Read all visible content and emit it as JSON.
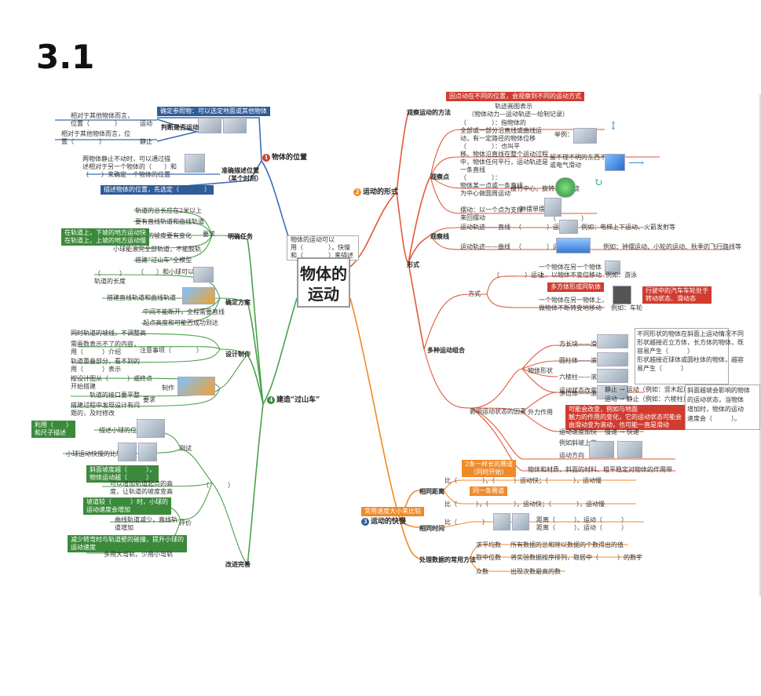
{
  "page_title": "3.1",
  "center": {
    "line1": "物体的",
    "line2": "运动"
  },
  "center_note": [
    "物体的运动可以",
    "用（　　　　），快慢",
    "和（　　　　）来描述"
  ],
  "topics": {
    "t1": {
      "num": "1",
      "label": "物体的位置"
    },
    "t2": {
      "num": "2",
      "label": "运动的形式"
    },
    "t3": {
      "num": "3",
      "label": "运动的快慢"
    },
    "t4": {
      "num": "4",
      "label": "建造“过山车”"
    }
  },
  "colors": {
    "blue": "#2f5b96",
    "orange": "#ef8a2a",
    "green": "#3b8a3b",
    "red": "#d03c2f"
  },
  "pos": {
    "ref_box": "确定参照物：可以选定地面或其他物体",
    "judge": "判断是否运动",
    "rel1": "相对于其他物体而言，",
    "rel1b": "位置（　　　　）",
    "rel1c": "运动",
    "rel2": "相对于其他物体而言，位",
    "rel2b": "置（　　　　）",
    "rel2c": "静止",
    "desc1": "两物体静止不动时，可以通过描",
    "desc2": "述相对于另一个物体的（　　）和",
    "desc3": "（　　）来确定一个物体的位置",
    "accurate": "准确描述位置",
    "accurate2": "（某个时刻）",
    "bottom_box": "描述物体的位置，先选定（　　　　）"
  },
  "form": {
    "top_box": "因点动在不同的位置，会观察到不同的运动方式",
    "observe": "观察运动的方法",
    "observe_a": "轨迹画图表示",
    "observe_b": "（物体动力—运动轨迹—绘制记录）",
    "xs": "形式",
    "gzd": "观察点",
    "gzx": "观察线",
    "p1a": "（　　　　）：指物体的",
    "p1b": "全部或一部分沿直线或曲线运",
    "p1c": "动，有一定路径的物体位移",
    "p1d": "举例：滑轮",
    "p2a": "（　　　　）：也叫平",
    "p2b": "移。物体沿直线在整个运动过程",
    "p2c": "中，物体任何平行，运动轨迹是",
    "p2d": "一条直线",
    "p2e": "留不理不明的东西不平内移",
    "p2f": "或电气滑动",
    "p3a": "（　　　　）：",
    "p3b": "物体某一点或一条直线",
    "p3c": "为中心做圆周运动",
    "p3d": "拔竹中心，旋转着木回旋",
    "p4a": "摆动：以一个点为支撑",
    "p4b": "来回摆动",
    "p4c": "钟摆单摆",
    "p4d": "（　　　　）",
    "l1": "运动轨迹——直线",
    "l1b": "（　　　　）运动",
    "l1c": "例如：电梯上下运动、火箭发射等",
    "l2": "运动轨迹——曲线",
    "l2b": "（　　　　）运动",
    "l2c": "例如：钟摆运动、小轮的运动、秋季的飞行路线等",
    "zhfs": "方式",
    "mode_a": "一个物体在另一个物体",
    "mode_b": "上，以物体不变位移动",
    "mode_c": "例如：游泳",
    "mode_red": "多方体形成同轨体",
    "mode_d": "一个物体在另一物体上，",
    "mode_e": "做物体不断转变地移动",
    "mode_f": "例如：车轮",
    "mode_red2a": "行驶中的汽车车轮处于",
    "mode_red2b": "转动状态、滑动态",
    "complex": "多种运动组合",
    "shape1": "方长块——滑动",
    "shape2": "圆柱体——滚动",
    "shape3": "六棱柱——滚动",
    "shape4": "多边体——滚动",
    "shapes": "物体形状",
    "shape_note1": "不同形状的物体在斜面上运动情况不同",
    "shape_note2": "形状越接近立方体，长方体的物体，既",
    "shape_note3": "容易产生（　　　）",
    "shape_note4": "形状越接近球体或圆柱体的物体，越容",
    "shape_note5": "易产生（　　　）",
    "change": "影响运动状态的因素",
    "force": "外力作用",
    "state": "运动状态改变",
    "s1": "静止 → 运动（例如：竖木起）",
    "s2": "运动 → 静止（例如：六棱柱）",
    "red3a": "可能会改变，例如与地面",
    "red3b": "触力的作用的变化，它的运动状态可能会",
    "red3c": "由滑动变为滚动，也可能一直是滑动",
    "spd": "运动速度加快",
    "spd2": "慢速 → 快速",
    "rot": "运动方向",
    "cases": "例如斜坡上的",
    "m": "物体和材质、斜面的材料、粗平稳定对物体的作用带",
    "slope1": "斜面越坡会影响的物体",
    "slope2": "的运动状态，当物体",
    "slope3": "增加时，物体的运动",
    "slope4": "速度会（　　　）。"
  },
  "speed": {
    "orange_box": "常用速度大小来比较",
    "same": "相同距离",
    "box1a": "2条一样长的赛道",
    "box1b": "（同时开始）",
    "same1": "比（　　　　），（　　　）运动快；（　　　　），运动慢",
    "box2": "同一条赛道",
    "same2": "比（　　　），（　　　　），运动快；（　　　　），运动慢",
    "time": "相同时间",
    "time1": "比（　　　　）",
    "time2": "距离（　　　）、运动（　　　）",
    "time3": "距离（　　　）、运动（　　　）",
    "data": "处理数据的常用方法",
    "avg": "求平均数",
    "avg2": "所有数据的总和除以数据的个数得出的值",
    "mid": "取中位数",
    "mid2": "将实验数据按序排列，取居中（　　　）的数字",
    "mode": "众数",
    "mode2": "出现次数最高的数"
  },
  "coaster": {
    "req_task": "明确任务",
    "req": "要求",
    "r1": "轨道的总长应在2米以上",
    "r2": "要有直线轨道和曲线轨道",
    "r3": "轨道的坡度要有变化",
    "r4": "小球能滚完全部轨道，不能脱轨",
    "g1": "在轨道上，下坡的地方运动快",
    "g2": "在轨道上，上坡的地方运动慢",
    "r5": "搭建“过山车”全模型",
    "plan": "确定方案",
    "pl1": "（　　）和小球可以类量",
    "pl2": "（　　　）",
    "pl3": "轨道的长度",
    "pl4": "搭建直线轨道和曲线轨道",
    "pl5": "中间不能断开，全程需要直线",
    "pl6": "起点高度和可能否成功到达",
    "design": "设计制作",
    "d1": "同时轨道的坡线，不调整高",
    "d2": "需画数表示不了的内容，",
    "d3": "用（　　　）介绍",
    "d4": "轨道重叠部分，看不到的",
    "d5": "用（　　　）表示",
    "d6": "注意事项（　　　　）",
    "d7": "按设计图从（　　　）或终点",
    "d8": "开始搭建",
    "d9": "轨道的接口要平整",
    "d10": "搭建过程中发现设计有问",
    "d11": "题的，及时修改",
    "make": "制作",
    "req2": "要求",
    "test": "测试",
    "g3a": "利用（　　）",
    "g3b": "和尺子描述",
    "tr1": "描述小球的位置",
    "tr2": "小球运动快慢的比较",
    "g4a": "斜面坡度越（　　　），",
    "g4b": "物体运动越（　　　）",
    "tr3a": "可以增加轨道起点的高",
    "tr3b": "度，让轨道的坡度变高",
    "blank": "（　　　）",
    "g5a": "坡道较（　　　）时，小球的",
    "g5b": "运动速度会增加",
    "tr4a": "曲线轨道减少，直线轨",
    "tr4b": "道增加",
    "eval": "评价",
    "g6a": "减少转弯时与轨道壁的碰撞，提升小球的",
    "g6b": "运动速度",
    "tr5": "多用大弯轨，少用小弯轨",
    "improve": "改进完善"
  }
}
